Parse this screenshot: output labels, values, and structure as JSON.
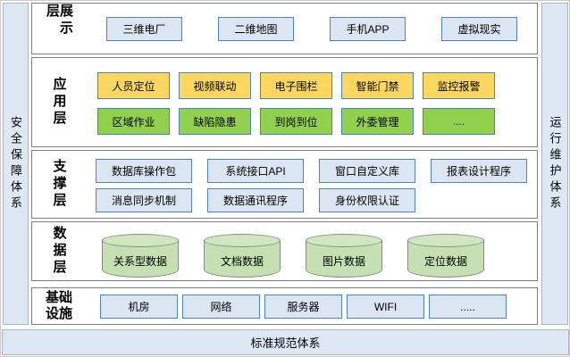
{
  "colors": {
    "box_border_blue": "#4f81bd",
    "blue_box_fill": "#dbe6f2",
    "yellow_box_fill": "#fdd75f",
    "green_box_fill": "#92d050",
    "cylinder_fill": "#c6e0b4",
    "cylinder_border": "#8a8a8a",
    "band_fill": "#dde8f4",
    "layer_border": "#7f7f7f"
  },
  "sidebars": {
    "left": "安全保障体系",
    "right": "运行维护体系",
    "bottom": "标准规范体系"
  },
  "layers": [
    {
      "label": "展示层",
      "rows": [
        {
          "items": [
            "三维电厂",
            "二维地图",
            "手机APP",
            "虚拟现实"
          ]
        }
      ]
    },
    {
      "label": "应用层",
      "rows": [
        {
          "items": [
            "人员定位",
            "视频联动",
            "电子围栏",
            "智能门禁",
            "监控报警"
          ]
        },
        {
          "items": [
            "区域作业",
            "缺陷隐患",
            "到岗到位",
            "外委管理",
            "...."
          ]
        }
      ]
    },
    {
      "label": "支撑层",
      "rows": [
        {
          "items": [
            "数据库操作包",
            "系统接口API",
            "窗口自定义库",
            "报表设计程序"
          ]
        },
        {
          "items": [
            "消息同步机制",
            "数据通讯程序",
            "身份权限认证"
          ]
        }
      ]
    },
    {
      "label": "数据层",
      "cylinders": [
        "关系型数据",
        "文档数据",
        "图片数据",
        "定位数据"
      ]
    },
    {
      "label": "基础设施",
      "rows": [
        {
          "items": [
            "机房",
            "网络",
            "服务器",
            "WIFI",
            "....."
          ]
        }
      ]
    }
  ]
}
